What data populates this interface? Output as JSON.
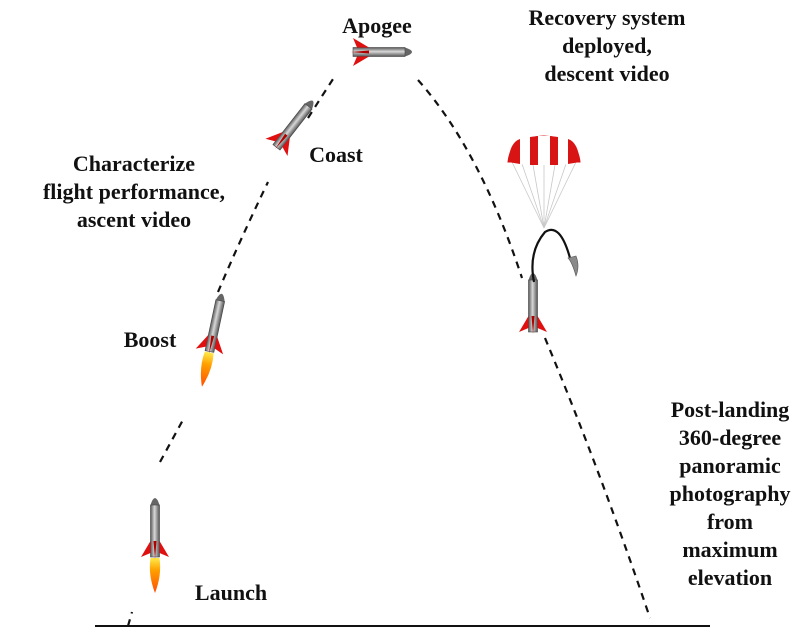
{
  "labels": {
    "apogee": "Apogee",
    "recovery": "Recovery system\ndeployed,\ndescent video",
    "coast": "Coast",
    "characterize": "Characterize\nflight performance,\nascent video",
    "boost": "Boost",
    "launch": "Launch",
    "post_landing": "Post-landing\n360-degree\npanoramic\nphotography\nfrom\nmaximum\nelevation"
  },
  "colors": {
    "trajectory": "#111111",
    "rocket_body": "#9a9a9a",
    "fin": "#e01010",
    "flame": "#ff9a00",
    "parachute_red": "#d81414",
    "parachute_white": "#ffffff"
  }
}
